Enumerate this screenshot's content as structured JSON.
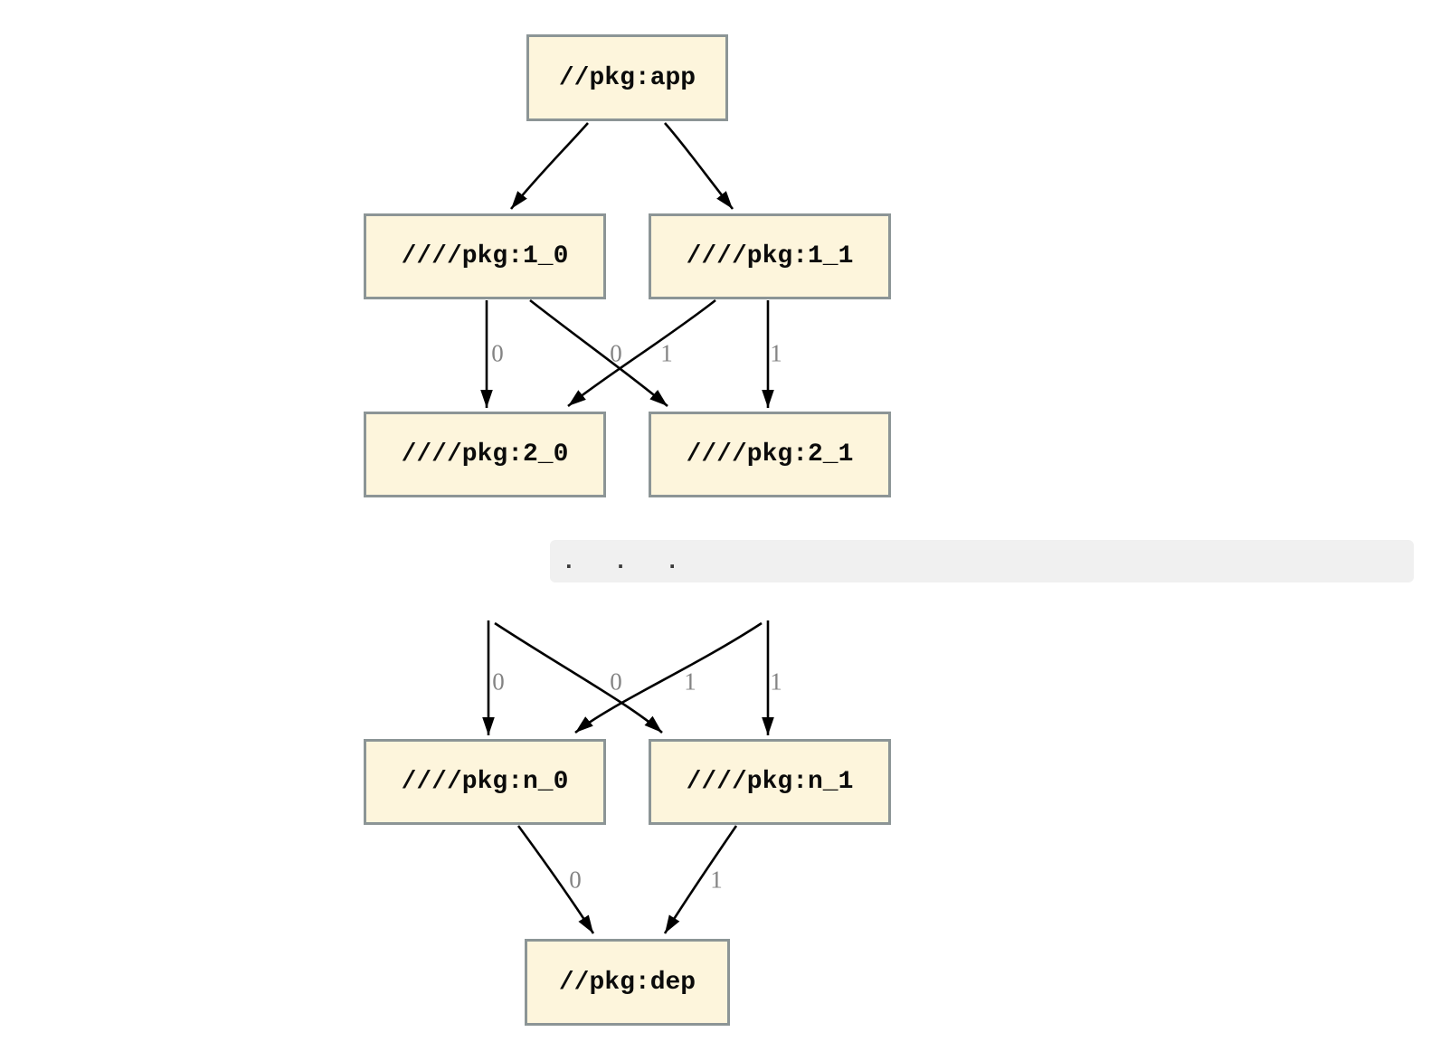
{
  "diagram": {
    "type": "dependency-graph",
    "nodes": {
      "app": {
        "label": "//pkg:app"
      },
      "l1_0": {
        "label": "////pkg:1_0"
      },
      "l1_1": {
        "label": "////pkg:1_1"
      },
      "l2_0": {
        "label": "////pkg:2_0"
      },
      "l2_1": {
        "label": "////pkg:2_1"
      },
      "ln_0": {
        "label": "////pkg:n_0"
      },
      "ln_1": {
        "label": "////pkg:n_1"
      },
      "dep": {
        "label": "//pkg:dep"
      }
    },
    "edge_labels": {
      "row2_left": "0",
      "row2_mid_left": "0",
      "row2_mid_right": "1",
      "row2_right": "1",
      "rown_left": "0",
      "rown_mid_left": "0",
      "rown_mid_right": "1",
      "rown_right": "1",
      "dep_left": "0",
      "dep_right": "1"
    },
    "ellipsis": ". . .",
    "colors": {
      "node_fill": "#fdf5dc",
      "node_border": "#8c9596",
      "edge": "#000000",
      "edge_label": "#848484",
      "band_background": "#f0f0f0"
    }
  }
}
